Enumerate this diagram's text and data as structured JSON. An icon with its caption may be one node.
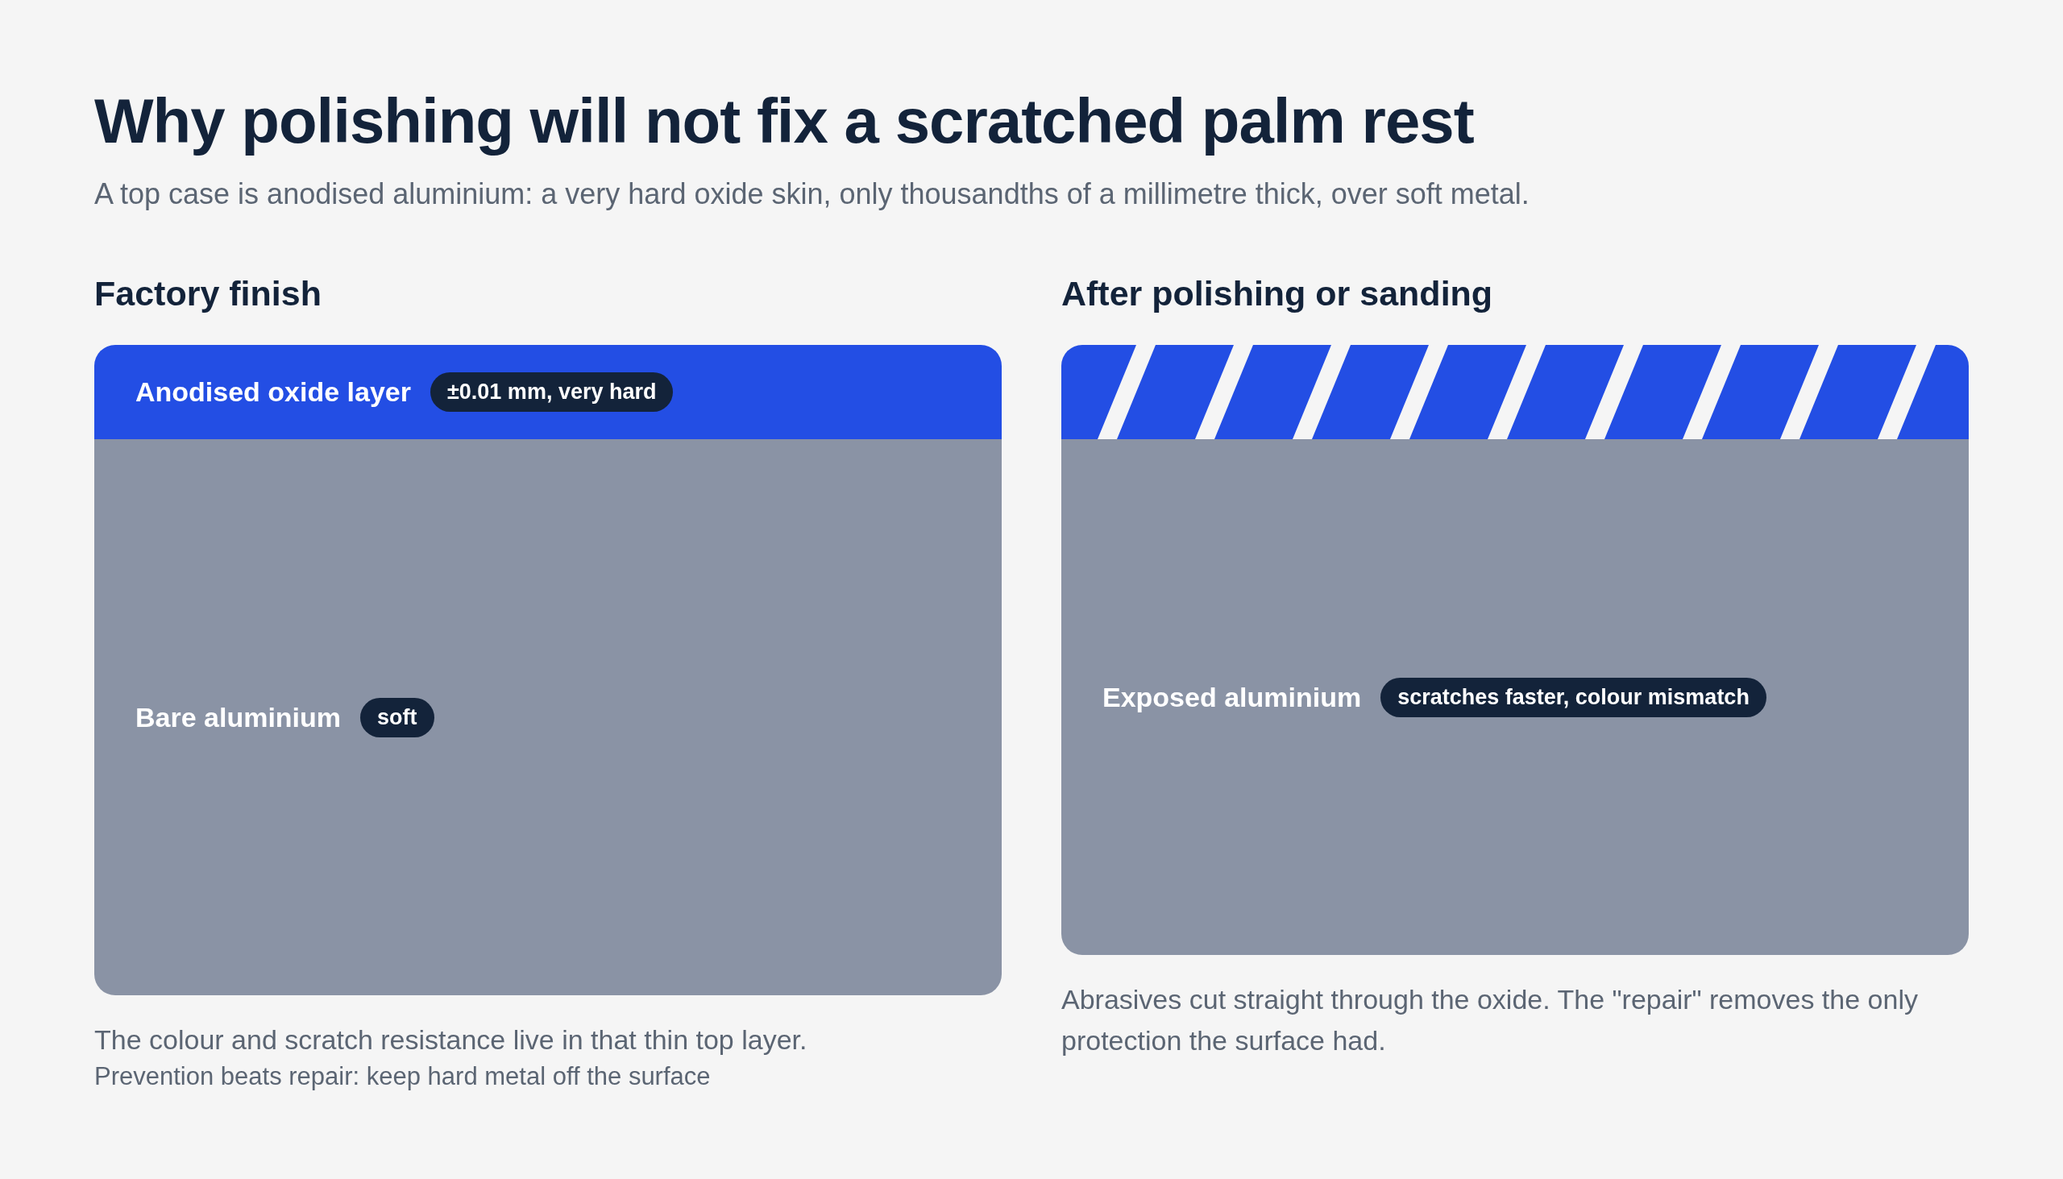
{
  "diagram": {
    "title": "Why polishing will not fix a scratched palm rest",
    "caption": "A top case is anodised aluminium: a very hard oxide skin, only thousandths of a millimetre thick, over soft metal.",
    "nodes": [
      {
        "text": [
          "Factory finish"
        ],
        "beside": [
          "The colour and scratch resistance live in that thin top layer."
        ]
      },
      {
        "text": [
          "Anodised oxide layer",
          "±0.01 mm, very hard"
        ],
        "in": 0
      },
      {
        "text": [
          "Bare aluminium",
          "soft"
        ],
        "in": 0
      },
      {
        "text": [
          "After polishing or sanding"
        ],
        "beside": [
          "Abrasives cut straight through the oxide. The \"repair\" removes the only protection the surface had."
        ]
      },
      {
        "text": [],
        "shape": "bar",
        "in": 3
      },
      {
        "text": [
          "Exposed aluminium",
          "scratches faster, colour mismatch"
        ],
        "in": 3
      }
    ],
    "edges": [],
    "labels": [
      "Prevention beats repair: keep hard metal off the surface"
    ]
  }
}
